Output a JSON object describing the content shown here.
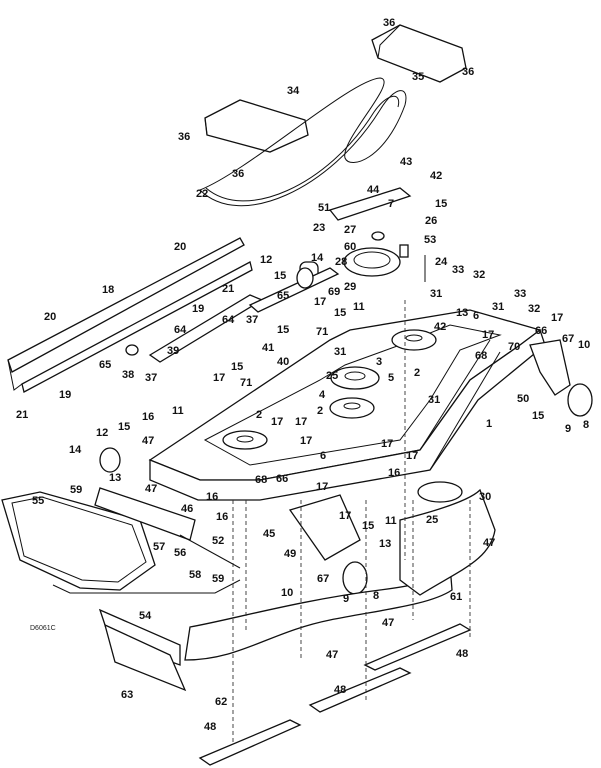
{
  "diagram": {
    "drawing_code": "D6061C",
    "callouts": [
      "36",
      "35",
      "36",
      "34",
      "36",
      "36",
      "22",
      "43",
      "42",
      "44",
      "51",
      "15",
      "26",
      "7",
      "27",
      "23",
      "53",
      "60",
      "12",
      "14",
      "28",
      "24",
      "33",
      "32",
      "29",
      "31",
      "69",
      "15",
      "65",
      "11",
      "13",
      "20",
      "21",
      "19",
      "18",
      "20",
      "64",
      "37",
      "17",
      "15",
      "71",
      "31",
      "41",
      "40",
      "15",
      "42",
      "17",
      "6",
      "31",
      "33",
      "32",
      "66",
      "17",
      "67",
      "10",
      "70",
      "68",
      "50",
      "15",
      "9",
      "8",
      "1",
      "31",
      "5",
      "4",
      "2",
      "25",
      "3",
      "2",
      "64",
      "65",
      "38",
      "39",
      "37",
      "21",
      "19",
      "17",
      "15",
      "71",
      "11",
      "16",
      "2",
      "17",
      "12",
      "15",
      "14",
      "47",
      "13",
      "47",
      "59",
      "46",
      "55",
      "16",
      "16",
      "6",
      "17",
      "17",
      "17",
      "17",
      "68",
      "66",
      "17",
      "45",
      "49",
      "10",
      "67",
      "9",
      "8",
      "17",
      "15",
      "16",
      "11",
      "25",
      "13",
      "30",
      "47",
      "61",
      "47",
      "47",
      "48",
      "48",
      "62",
      "63",
      "48",
      "54",
      "58",
      "59",
      "52",
      "57",
      "56"
    ]
  }
}
